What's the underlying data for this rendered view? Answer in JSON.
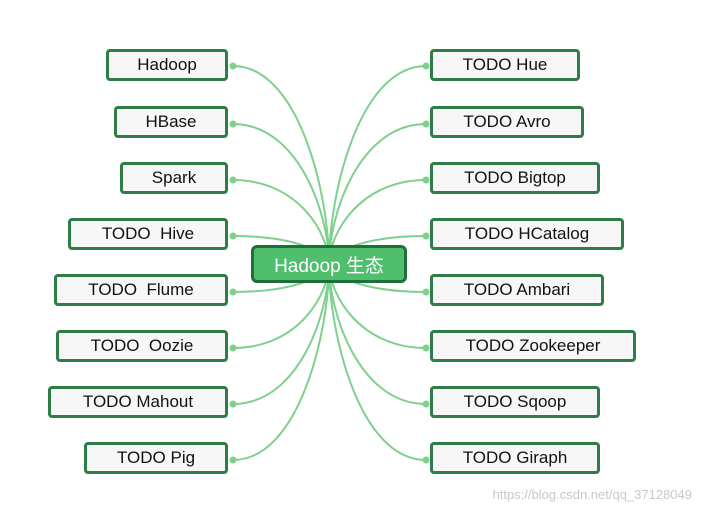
{
  "center_topic": "Hadoop 生态",
  "left_topics": [
    "Hadoop",
    "HBase",
    "Spark",
    "TODO  Hive",
    "TODO  Flume",
    "TODO  Oozie",
    "TODO Mahout",
    "TODO Pig"
  ],
  "right_topics": [
    "TODO Hue",
    "TODO Avro",
    "TODO Bigtop",
    "TODO HCatalog",
    "TODO Ambari",
    "TODO Zookeeper",
    "TODO Sqoop",
    "TODO Giraph"
  ],
  "watermark": "https://blog.csdn.net/qq_37128049",
  "colors": {
    "connector": "#7fd08f",
    "node_border": "#2e7d46",
    "center_fill": "#4fbf6d",
    "center_border": "#1f6f3a"
  }
}
